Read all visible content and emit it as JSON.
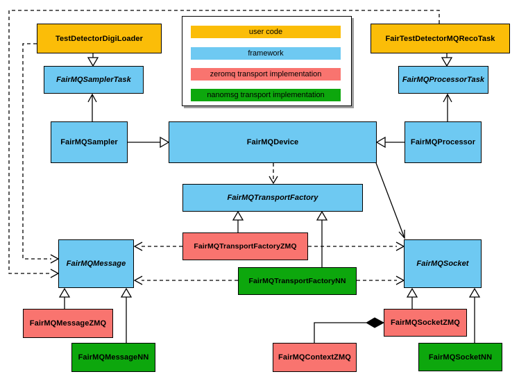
{
  "legend": {
    "items": [
      {
        "label": "user code",
        "category": "user"
      },
      {
        "label": "framework",
        "category": "framework"
      },
      {
        "label": "zeromq transport implementation",
        "category": "zeromq"
      },
      {
        "label": "nanomsg transport implementation",
        "category": "nanomsg"
      }
    ]
  },
  "colors": {
    "user": "#FBBD08",
    "framework": "#6EC9F2",
    "zeromq": "#F9746F",
    "nanomsg": "#0DA70D"
  },
  "nodes": {
    "test_detector_digi_loader": {
      "label": "TestDetectorDigiLoader"
    },
    "fair_test_detector_mq_reco_task": {
      "label": "FairTestDetectorMQRecoTask"
    },
    "fairmq_sampler_task": {
      "label": "FairMQSamplerTask"
    },
    "fairmq_processor_task": {
      "label": "FairMQProcessorTask"
    },
    "fairmq_sampler": {
      "label": "FairMQSampler"
    },
    "fairmq_device": {
      "label": "FairMQDevice"
    },
    "fairmq_processor": {
      "label": "FairMQProcessor"
    },
    "fairmq_transport_factory": {
      "label": "FairMQTransportFactory"
    },
    "fairmq_transport_factory_zmq": {
      "label": "FairMQTransportFactoryZMQ"
    },
    "fairmq_transport_factory_nn": {
      "label": "FairMQTransportFactoryNN"
    },
    "fairmq_message": {
      "label": "FairMQMessage"
    },
    "fairmq_socket": {
      "label": "FairMQSocket"
    },
    "fairmq_message_zmq": {
      "label": "FairMQMessageZMQ"
    },
    "fairmq_message_nn": {
      "label": "FairMQMessageNN"
    },
    "fairmq_socket_zmq": {
      "label": "FairMQSocketZMQ"
    },
    "fairmq_socket_nn": {
      "label": "FairMQSocketNN"
    },
    "fairmq_context_zmq": {
      "label": "FairMQContextZMQ"
    }
  }
}
